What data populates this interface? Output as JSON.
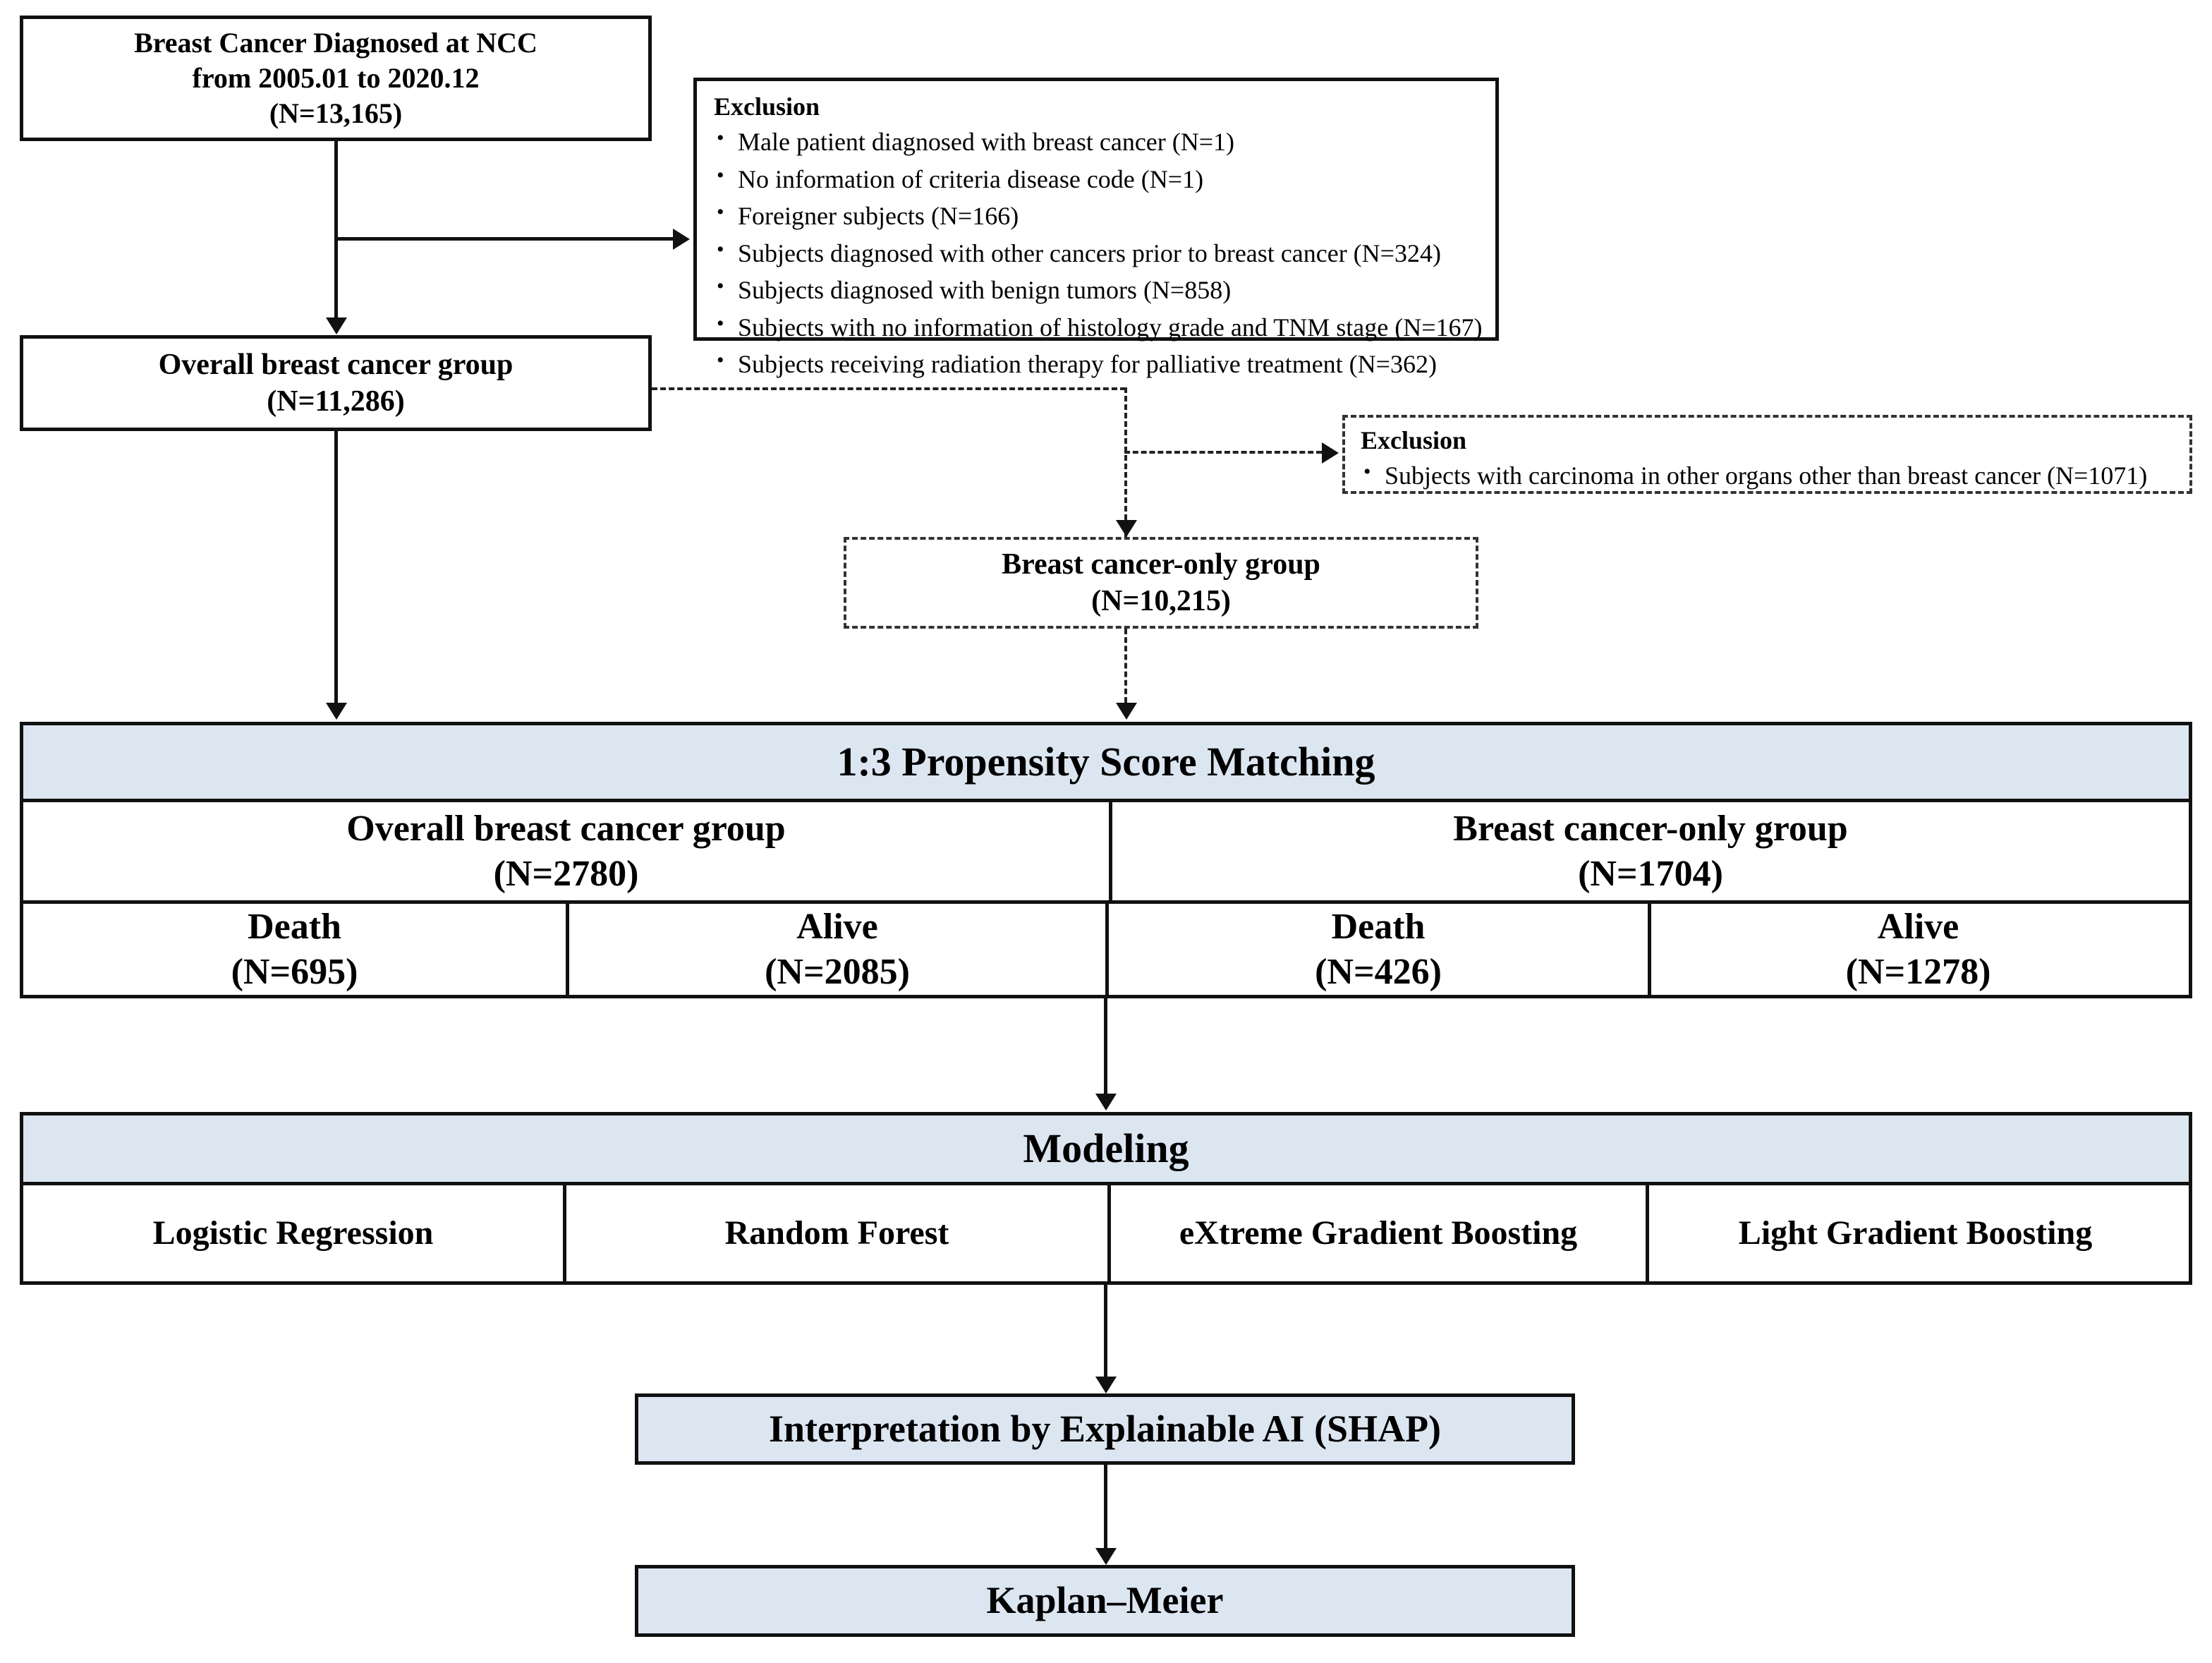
{
  "diagram": {
    "title": "Study population selection and analysis flowchart",
    "accent_blue": "#dce6f1",
    "line_color": "#111111"
  },
  "nodes": {
    "source_cohort": {
      "line1": "Breast Cancer Diagnosed at NCC",
      "line2": "from 2005.01 to 2020.12",
      "line3": "(N=13,165)"
    },
    "exclusion_1": {
      "heading": "Exclusion",
      "items": [
        "Male patient diagnosed with breast cancer (N=1)",
        "No information of criteria disease code (N=1)",
        "Foreigner subjects (N=166)",
        "Subjects diagnosed with other cancers prior to breast cancer (N=324)",
        "Subjects diagnosed with benign tumors (N=858)",
        "Subjects with no information of histology grade and TNM stage (N=167)",
        "Subjects receiving radiation therapy for palliative treatment (N=362)"
      ]
    },
    "overall_group": {
      "line1": "Overall breast cancer group",
      "line2": "(N=11,286)"
    },
    "exclusion_2": {
      "heading": "Exclusion",
      "items": [
        "Subjects with carcinoma in other organs other than breast cancer (N=1071)"
      ]
    },
    "breast_only_group": {
      "line1": "Breast cancer-only group",
      "line2": "(N=10,215)"
    },
    "psm": {
      "band_label": "1:3 Propensity Score Matching",
      "groups": [
        {
          "name": "Overall breast cancer group",
          "count": "(N=2780)"
        },
        {
          "name": "Breast cancer-only group",
          "count": "(N=1704)"
        }
      ],
      "outcomes": [
        {
          "label": "Death",
          "count": "(N=695)"
        },
        {
          "label": "Alive",
          "count": "(N=2085)"
        },
        {
          "label": "Death",
          "count": "(N=426)"
        },
        {
          "label": "Alive",
          "count": "(N=1278)"
        }
      ]
    },
    "modeling": {
      "band_label": "Modeling",
      "models": [
        "Logistic Regression",
        "Random Forest",
        "eXtreme Gradient Boosting",
        "Light Gradient Boosting"
      ]
    },
    "interpretation": {
      "label": "Interpretation by Explainable AI (SHAP)"
    },
    "survival": {
      "label": "Kaplan–Meier"
    }
  }
}
